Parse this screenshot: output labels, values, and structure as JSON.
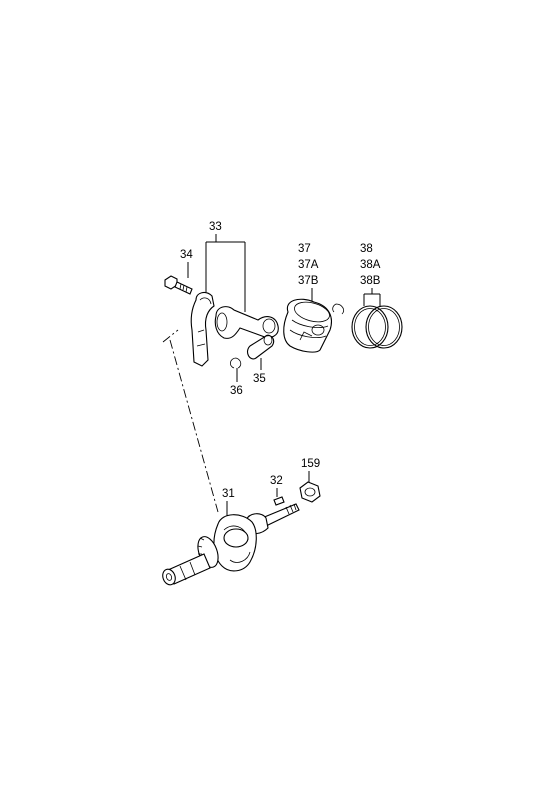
{
  "diagram": {
    "labels": {
      "p31": "31",
      "p32": "32",
      "p33": "33",
      "p34": "34",
      "p35": "35",
      "p36": "36",
      "p37": "37",
      "p37a": "37A",
      "p37b": "37B",
      "p38": "38",
      "p38a": "38A",
      "p38b": "38B",
      "p159": "159"
    }
  }
}
